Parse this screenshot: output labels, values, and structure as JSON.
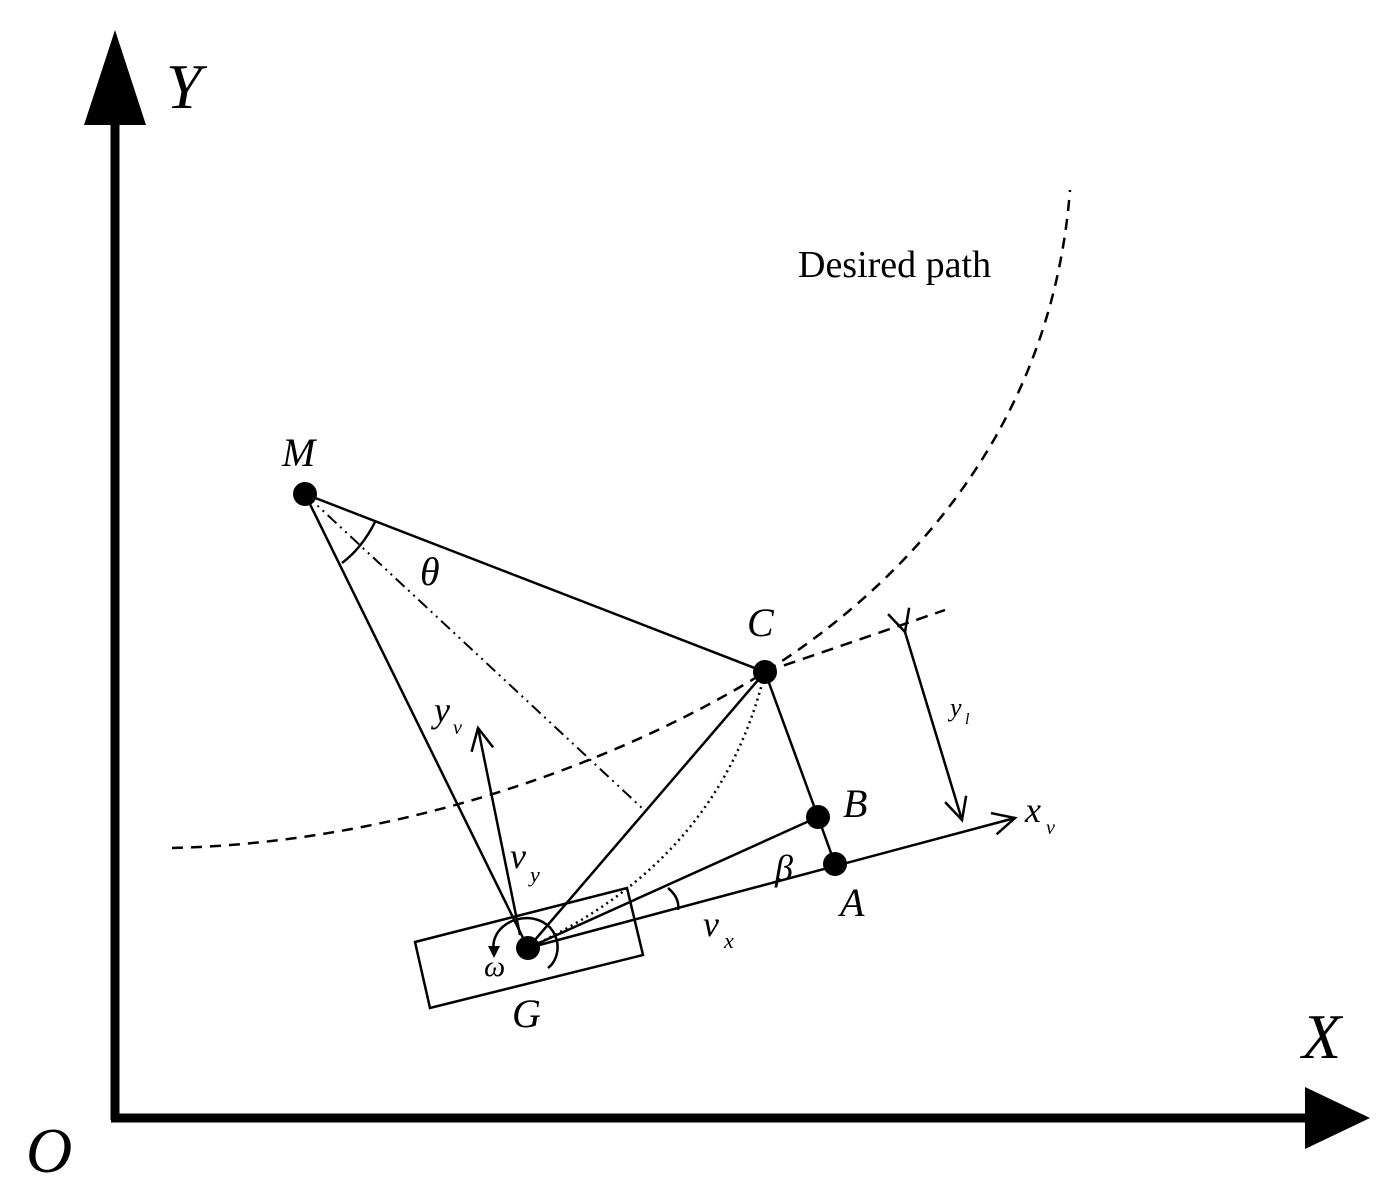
{
  "axes": {
    "x_label": "X",
    "y_label": "Y",
    "origin_label": "O"
  },
  "path_label": "Desired path",
  "points": {
    "M": "M",
    "C": "C",
    "B": "B",
    "A": "A",
    "G": "G"
  },
  "symbols": {
    "theta": "θ",
    "beta": "β",
    "omega": "ω",
    "vx_base": "v",
    "vx_sub": "x",
    "vy_base": "v",
    "vy_sub": "y",
    "xv_base": "x",
    "xv_sub": "v",
    "yv_base": "y",
    "yv_sub": "v",
    "yl_base": "y",
    "yl_sub": "l"
  }
}
